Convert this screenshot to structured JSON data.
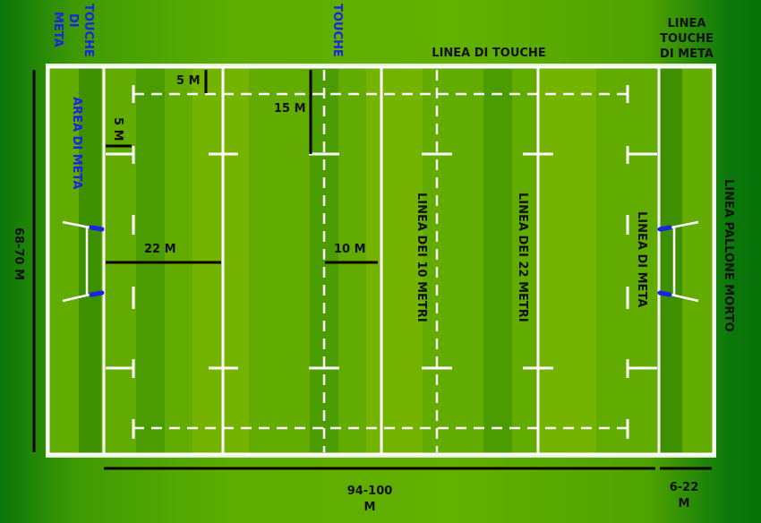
{
  "labels": {
    "touche_di_meta": [
      "TOUCHE",
      "DI",
      "META"
    ],
    "touche": "TOUCHE",
    "linea_di_touche": "LINEA DI TOUCHE",
    "linea_touche_di_meta": [
      "LINEA",
      "TOUCHE",
      "DI META"
    ],
    "area_di_meta": "AREA DI META",
    "linea_dei_10_metri": "LINEA DEI 10 METRI",
    "linea_dei_22_metri": "LINEA DEI 22 METRI",
    "linea_di_meta": "LINEA DI META",
    "linea_pallone_morto": "LINEA PALLONE MORTO",
    "width": "68-70 M",
    "length": [
      "94-100",
      "M"
    ],
    "in_goal_length": [
      "6-22",
      "M"
    ]
  },
  "measures": {
    "m5_top": "5 M",
    "m5_side": "5 M",
    "m15": "15 M",
    "m22": "22 M",
    "m10": "10 M"
  },
  "colors": {
    "stripe_light": "#74b300",
    "stripe_mid": "#62ab00",
    "stripe_dark": "#4a9c00",
    "ingoal_dark": "#3d9000",
    "label_blue": "#1a22e6"
  }
}
